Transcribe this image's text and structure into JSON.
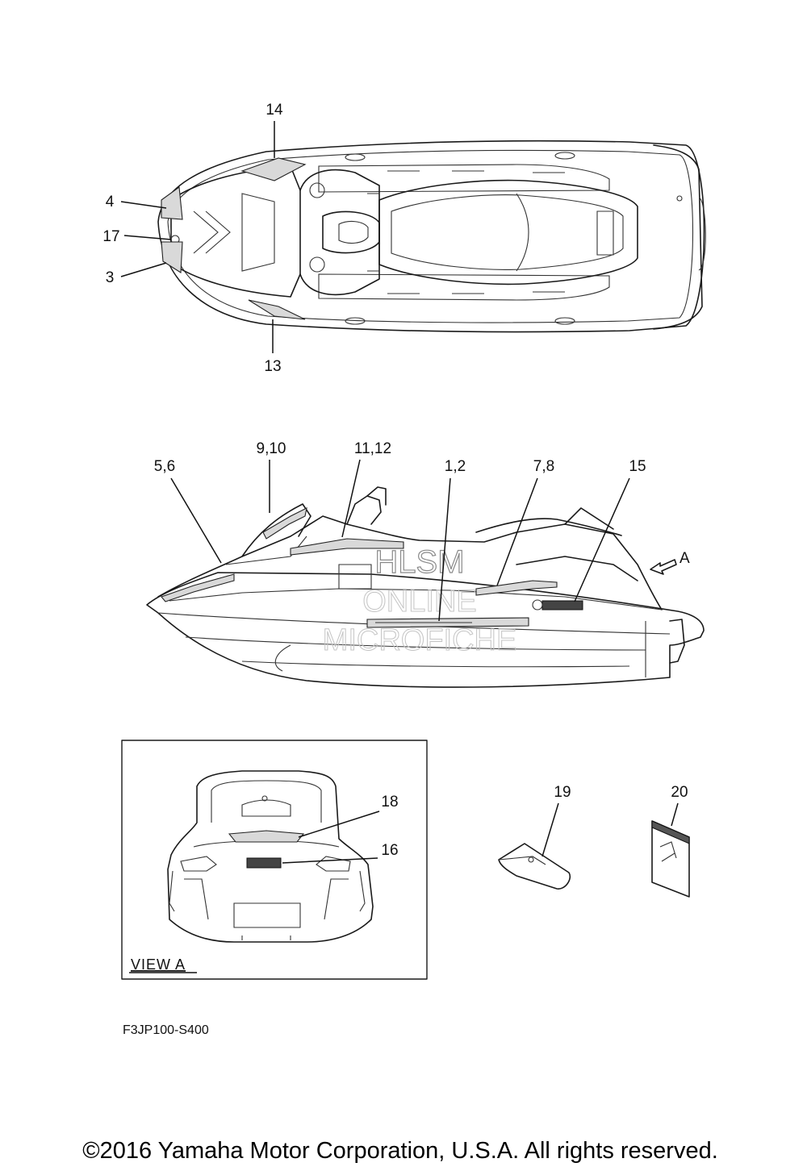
{
  "callouts": {
    "c14": "14",
    "c4": "4",
    "c17": "17",
    "c3": "3",
    "c13": "13",
    "c9_10": "9,10",
    "c11_12": "11,12",
    "c5_6": "5,6",
    "c1_2": "1,2",
    "c7_8": "7,8",
    "c15": "15",
    "c18": "18",
    "c16": "16",
    "c19": "19",
    "c20": "20"
  },
  "view_arrow_label": "A",
  "inset_title": "VIEW A",
  "watermark": {
    "line1": "HLSM",
    "line2": "ONLINE",
    "line3": "MICROFICHE"
  },
  "diagram_code": "F3JP100-S400",
  "copyright": "©2016 Yamaha Motor Corporation, U.S.A. All rights reserved."
}
